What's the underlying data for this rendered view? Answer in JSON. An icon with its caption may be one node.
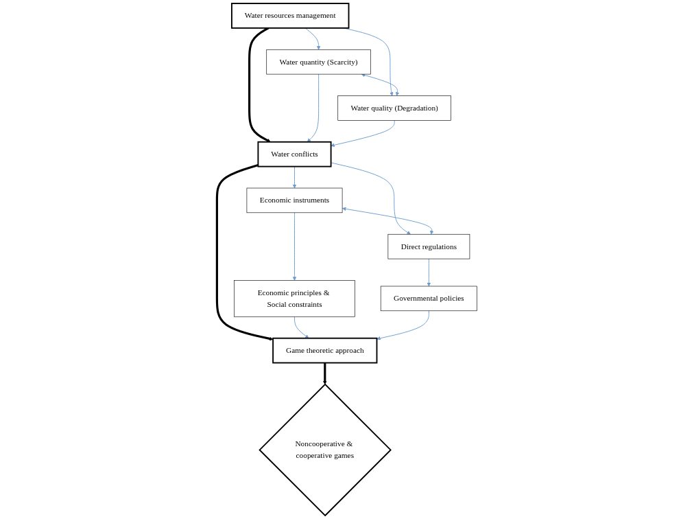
{
  "diagram": {
    "nodes": [
      {
        "text": [
          "Water resources management"
        ]
      },
      {
        "text": [
          "Water quantity (Scarcity)"
        ]
      },
      {
        "text": [
          "Water quality (Degradation)"
        ]
      },
      {
        "text": [
          "Water conflicts"
        ]
      },
      {
        "text": [
          "Economic instruments"
        ]
      },
      {
        "text": [
          "Direct regulations"
        ]
      },
      {
        "text": [
          "Economic principles & Social constraints"
        ]
      },
      {
        "text": [
          "Game theoretic approach"
        ]
      },
      {
        "text": [
          "Governmental policies"
        ]
      },
      {
        "text": [
          "Noncooperative & cooperative games"
        ]
      }
    ],
    "edges": [
      {
        "from": 0,
        "to": 1,
        "arrow": "to"
      },
      {
        "from": 0,
        "to": 2,
        "arrow": "to"
      },
      {
        "from": 1,
        "to": 2,
        "arrow": "both"
      },
      {
        "from": 0,
        "to": 3,
        "arrow": "to",
        "style": "thick",
        "color": "#000000"
      },
      {
        "from": 1,
        "to": 3,
        "arrow": "to"
      },
      {
        "from": 2,
        "to": 3,
        "arrow": "to"
      },
      {
        "from": 3,
        "to": 4,
        "arrow": "to"
      },
      {
        "from": 3,
        "to": 5,
        "arrow": "to"
      },
      {
        "from": 4,
        "to": 5,
        "arrow": "both"
      },
      {
        "from": 3,
        "to": 7,
        "arrow": "to",
        "style": "thick",
        "color": "#000000"
      },
      {
        "from": 4,
        "to": 6,
        "arrow": "to"
      },
      {
        "from": 5,
        "to": 8,
        "arrow": "to"
      },
      {
        "from": 6,
        "to": 7,
        "arrow": "to"
      },
      {
        "from": 8,
        "to": 7,
        "arrow": "to"
      },
      {
        "from": 7,
        "to": 9,
        "arrow": "to",
        "style": "thick",
        "color": "#000000"
      }
    ]
  }
}
